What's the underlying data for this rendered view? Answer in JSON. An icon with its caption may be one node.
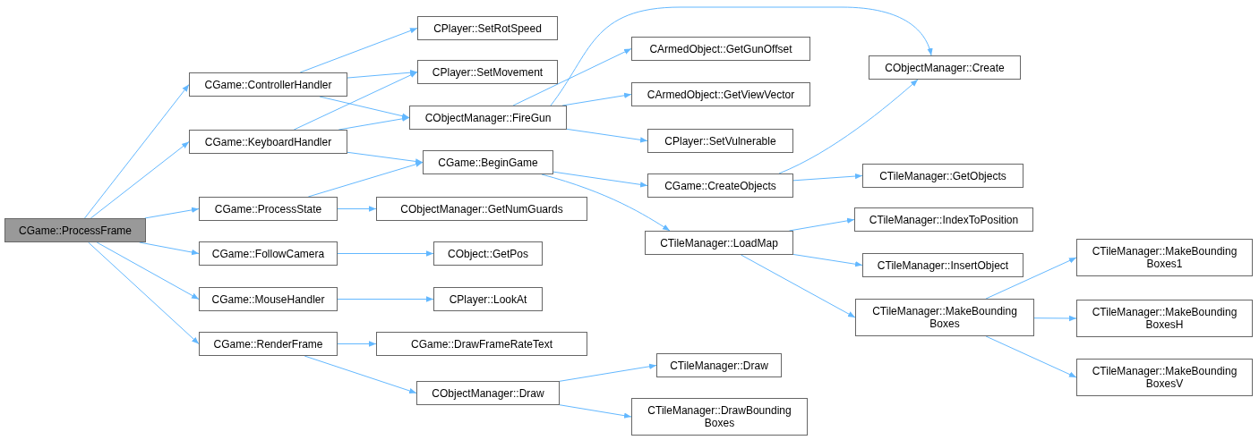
{
  "diagram": {
    "nodes": [
      {
        "text": [
          "CGame::ProcessFrame"
        ]
      },
      {
        "text": [
          "CGame::ControllerHandler"
        ]
      },
      {
        "text": [
          "CGame::KeyboardHandler"
        ]
      },
      {
        "text": [
          "CGame::ProcessState"
        ]
      },
      {
        "text": [
          "CGame::FollowCamera"
        ]
      },
      {
        "text": [
          "CGame::MouseHandler"
        ]
      },
      {
        "text": [
          "CGame::RenderFrame"
        ]
      },
      {
        "text": [
          "CPlayer::SetRotSpeed"
        ]
      },
      {
        "text": [
          "CPlayer::SetMovement"
        ]
      },
      {
        "text": [
          "CObjectManager::FireGun"
        ]
      },
      {
        "text": [
          "CGame::BeginGame"
        ]
      },
      {
        "text": [
          "CObjectManager::GetNumGuards"
        ]
      },
      {
        "text": [
          "CObject::GetPos"
        ]
      },
      {
        "text": [
          "CPlayer::LookAt"
        ]
      },
      {
        "text": [
          "CGame::DrawFrameRateText"
        ]
      },
      {
        "text": [
          "CObjectManager::Draw"
        ]
      },
      {
        "text": [
          "CArmedObject::GetGunOffset"
        ]
      },
      {
        "text": [
          "CArmedObject::GetViewVector"
        ]
      },
      {
        "text": [
          "CPlayer::SetVulnerable"
        ]
      },
      {
        "text": [
          "CGame::CreateObjects"
        ]
      },
      {
        "text": [
          "CTileManager::LoadMap"
        ]
      },
      {
        "text": [
          "CTileManager::Draw"
        ]
      },
      {
        "text": [
          "CTileManager::DrawBounding Boxes"
        ]
      },
      {
        "text": [
          "CObjectManager::Create"
        ]
      },
      {
        "text": [
          "CTileManager::GetObjects"
        ]
      },
      {
        "text": [
          "CTileManager::IndexToPosition"
        ]
      },
      {
        "text": [
          "CTileManager::InsertObject"
        ]
      },
      {
        "text": [
          "CTileManager::MakeBounding Boxes"
        ]
      },
      {
        "text": [
          "CTileManager::MakeBounding Boxes1"
        ]
      },
      {
        "text": [
          "CTileManager::MakeBounding BoxesH"
        ]
      },
      {
        "text": [
          "CTileManager::MakeBounding BoxesV"
        ]
      }
    ],
    "edges": [
      {
        "from": 0,
        "to": 1,
        "arrow": "to"
      },
      {
        "from": 0,
        "to": 2,
        "arrow": "to"
      },
      {
        "from": 0,
        "to": 3,
        "arrow": "to"
      },
      {
        "from": 0,
        "to": 4,
        "arrow": "to"
      },
      {
        "from": 0,
        "to": 5,
        "arrow": "to"
      },
      {
        "from": 0,
        "to": 6,
        "arrow": "to"
      },
      {
        "from": 1,
        "to": 7,
        "arrow": "to"
      },
      {
        "from": 1,
        "to": 8,
        "arrow": "to"
      },
      {
        "from": 1,
        "to": 9,
        "arrow": "to"
      },
      {
        "from": 2,
        "to": 8,
        "arrow": "to"
      },
      {
        "from": 2,
        "to": 9,
        "arrow": "to"
      },
      {
        "from": 2,
        "to": 10,
        "arrow": "to"
      },
      {
        "from": 3,
        "to": 10,
        "arrow": "to"
      },
      {
        "from": 3,
        "to": 11,
        "arrow": "to"
      },
      {
        "from": 4,
        "to": 12,
        "arrow": "to"
      },
      {
        "from": 5,
        "to": 13,
        "arrow": "to"
      },
      {
        "from": 6,
        "to": 14,
        "arrow": "to"
      },
      {
        "from": 6,
        "to": 15,
        "arrow": "to"
      },
      {
        "from": 9,
        "to": 16,
        "arrow": "to"
      },
      {
        "from": 9,
        "to": 17,
        "arrow": "to"
      },
      {
        "from": 9,
        "to": 18,
        "arrow": "to"
      },
      {
        "from": 9,
        "to": 23,
        "arrow": "to"
      },
      {
        "from": 10,
        "to": 19,
        "arrow": "to"
      },
      {
        "from": 10,
        "to": 20,
        "arrow": "to"
      },
      {
        "from": 19,
        "to": 23,
        "arrow": "to"
      },
      {
        "from": 19,
        "to": 24,
        "arrow": "to"
      },
      {
        "from": 20,
        "to": 25,
        "arrow": "to"
      },
      {
        "from": 20,
        "to": 26,
        "arrow": "to"
      },
      {
        "from": 20,
        "to": 27,
        "arrow": "to"
      },
      {
        "from": 15,
        "to": 21,
        "arrow": "to"
      },
      {
        "from": 15,
        "to": 22,
        "arrow": "to"
      },
      {
        "from": 27,
        "to": 28,
        "arrow": "to"
      },
      {
        "from": 27,
        "to": 29,
        "arrow": "to"
      },
      {
        "from": 27,
        "to": 30,
        "arrow": "to"
      }
    ]
  }
}
